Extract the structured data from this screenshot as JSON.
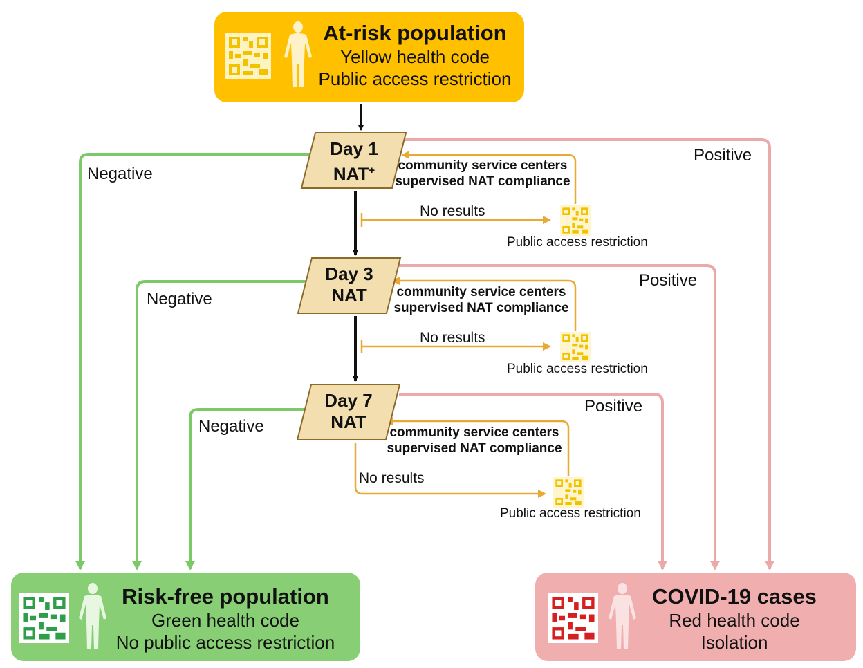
{
  "colors": {
    "yellow_box": "#FFC000",
    "green_box": "#88CE74",
    "red_box": "#F0AEAE",
    "nat_shape": "#F3DEB0",
    "arrow_green": "#7CC96A",
    "arrow_red": "#EBA9A9",
    "arrow_orange": "#E8A935",
    "arrow_black": "#111111"
  },
  "top_box": {
    "title": "At-risk population",
    "line1": "Yellow health code",
    "line2": "Public access restriction",
    "qr_icon": "yellow-qr-code-icon",
    "person_icon": "person-silhouette-icon"
  },
  "green_box": {
    "title": "Risk-free population",
    "line1": "Green health code",
    "line2": "No public access restriction",
    "qr_icon": "green-qr-code-icon",
    "person_icon": "person-silhouette-icon"
  },
  "red_box": {
    "title": "COVID-19 cases",
    "line1": "Red health code",
    "line2": "Isolation",
    "qr_icon": "red-qr-code-icon",
    "person_icon": "person-silhouette-icon"
  },
  "steps": [
    {
      "day": "Day 1",
      "test": "NAT",
      "test_sup": "+",
      "negative": "Negative",
      "positive": "Positive",
      "cs_line1": "community service centers",
      "cs_line2": "supervised NAT compliance",
      "no_results": "No results",
      "restriction": "Public access restriction"
    },
    {
      "day": "Day 3",
      "test": "NAT",
      "test_sup": "",
      "negative": "Negative",
      "positive": "Positive",
      "cs_line1": "community service centers",
      "cs_line2": "supervised NAT compliance",
      "no_results": "No results",
      "restriction": "Public access restriction"
    },
    {
      "day": "Day 7",
      "test": "NAT",
      "test_sup": "",
      "negative": "Negative",
      "positive": "Positive",
      "cs_line1": "community service centers",
      "cs_line2": "supervised NAT compliance",
      "no_results": "No results",
      "restriction": "Public access restriction"
    }
  ]
}
